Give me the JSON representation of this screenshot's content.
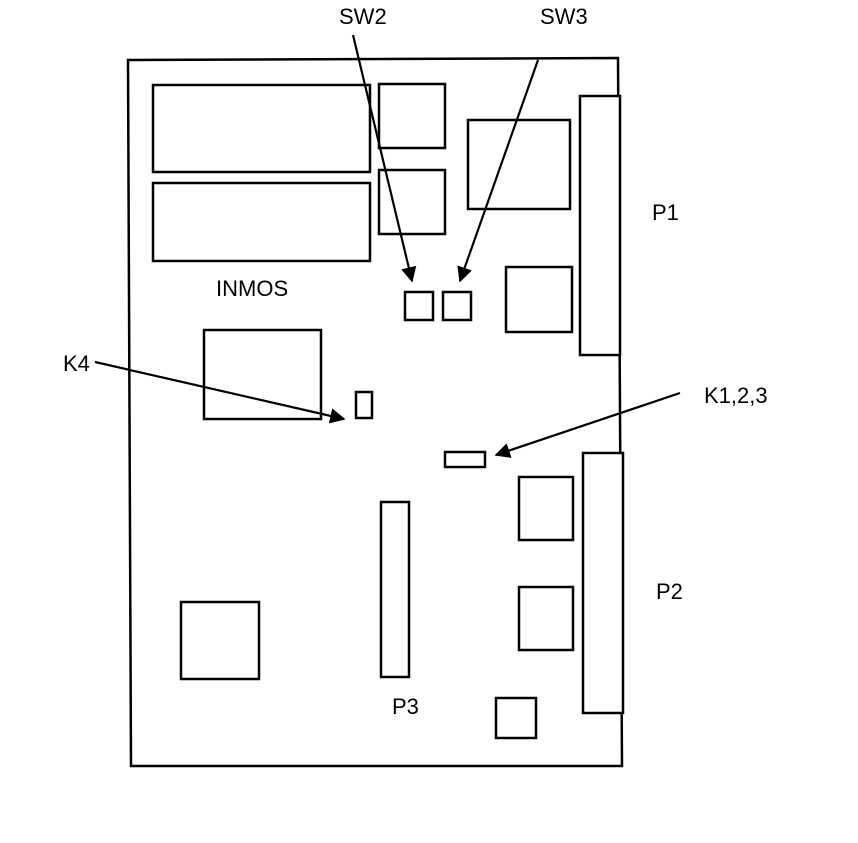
{
  "labels": {
    "sw2": "SW2",
    "sw3": "SW3",
    "p1": "P1",
    "p2": "P2",
    "p3": "P3",
    "inmos": "INMOS",
    "k4": "K4",
    "k123": "K1,2,3"
  },
  "colors": {
    "line": "#000000",
    "background": "#ffffff"
  }
}
